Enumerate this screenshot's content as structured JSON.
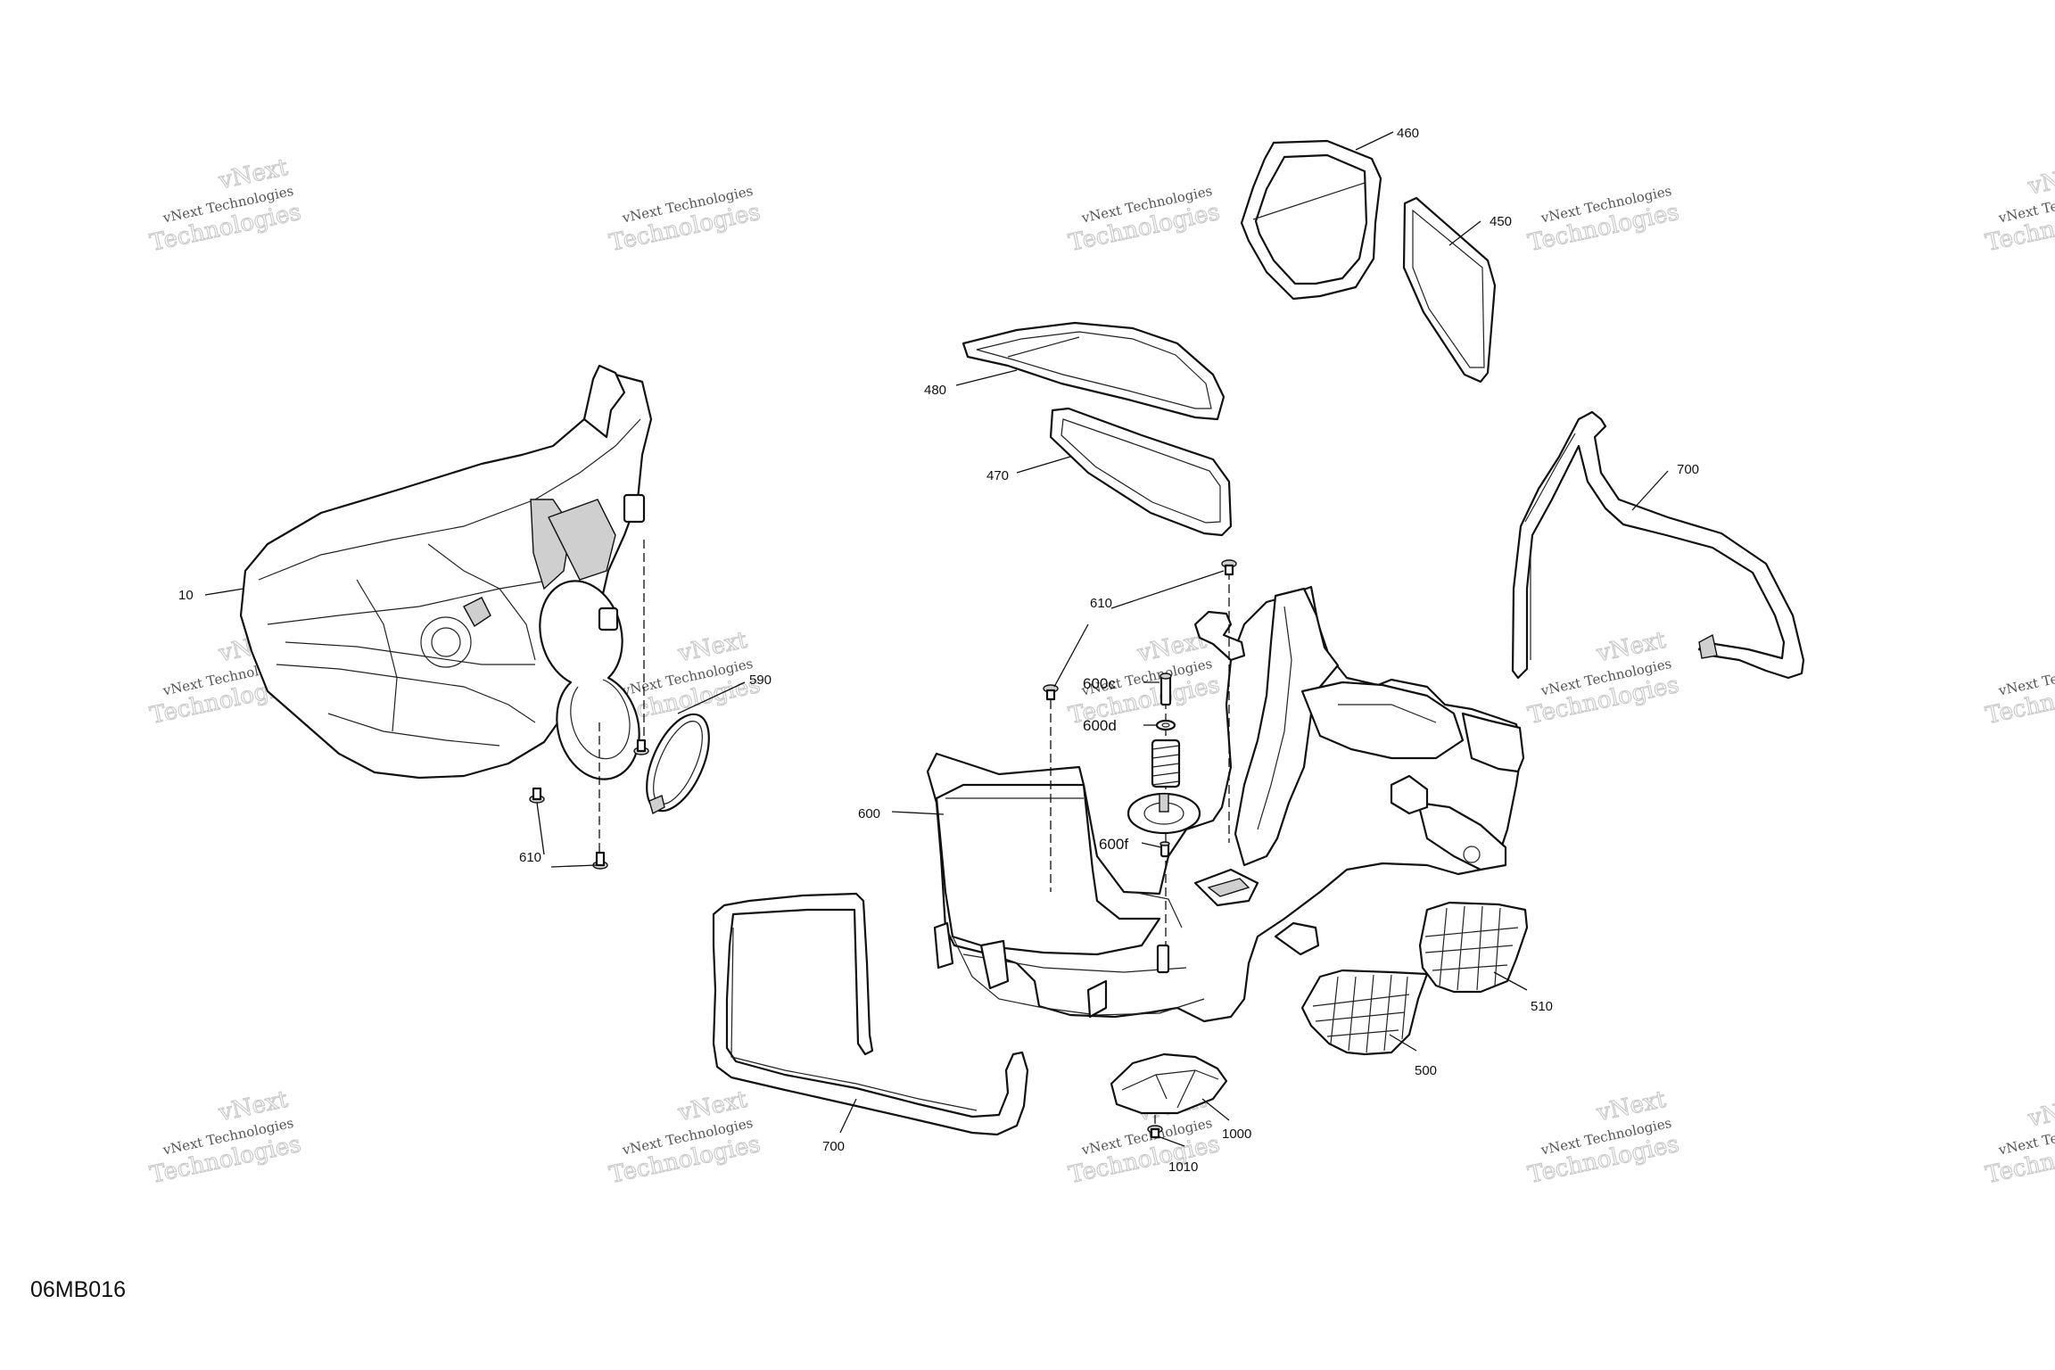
{
  "figure_code": "06MB016",
  "watermark": {
    "line1": "vNext Technologies",
    "line2": "Technologies",
    "fragment": "vNext"
  },
  "callouts": {
    "c10": "10",
    "c450": "450",
    "c460": "460",
    "c470": "470",
    "c480": "480",
    "c500": "500",
    "c510": "510",
    "c590": "590",
    "c600": "600",
    "c600c": "600c",
    "c600d": "600d",
    "c600f": "600f",
    "c610_top": "610",
    "c610_left": "610",
    "c700_right": "700",
    "c700_left": "700",
    "c1000": "1000",
    "c1010": "1010"
  }
}
